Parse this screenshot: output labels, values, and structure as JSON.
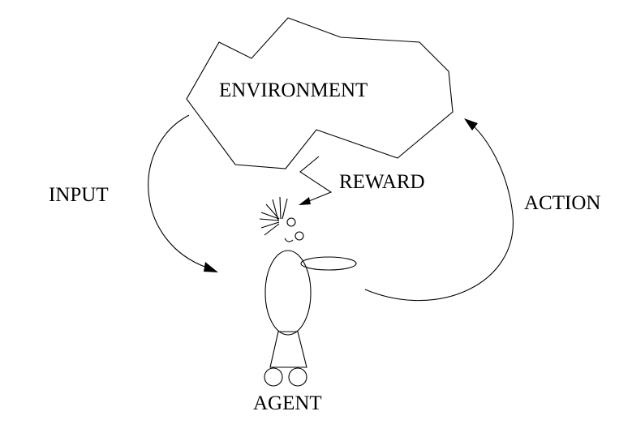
{
  "labels": {
    "environment": "ENVIRONMENT",
    "reward": "REWARD",
    "input": "INPUT",
    "action": "ACTION",
    "agent": "AGENT"
  },
  "colors": {
    "line": "#000000",
    "background": "#ffffff"
  }
}
